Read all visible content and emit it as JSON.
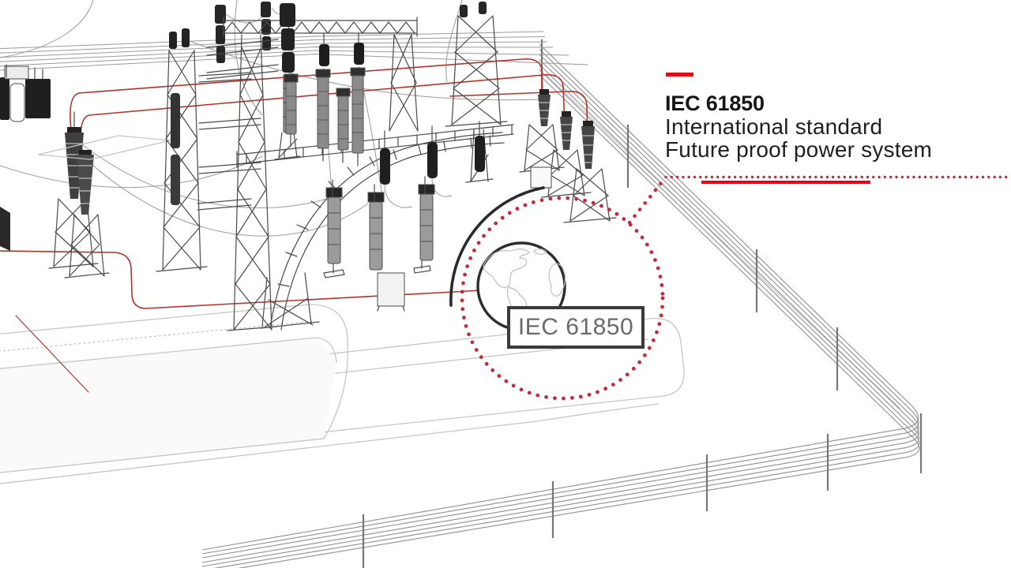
{
  "info_panel": {
    "headline": "IEC 61850",
    "line1": "International standard",
    "line2": "Future proof power system"
  },
  "callout": {
    "badge_label": "IEC 61850",
    "icon": "globe-icon"
  },
  "colors": {
    "accent_red": "#ec0013",
    "dot_red": "#c5293a",
    "ink": "#1a1a1a",
    "badge_text": "#6b6b6b",
    "badge_border": "#3a3a3a",
    "line_gray": "#4a4a4a"
  }
}
